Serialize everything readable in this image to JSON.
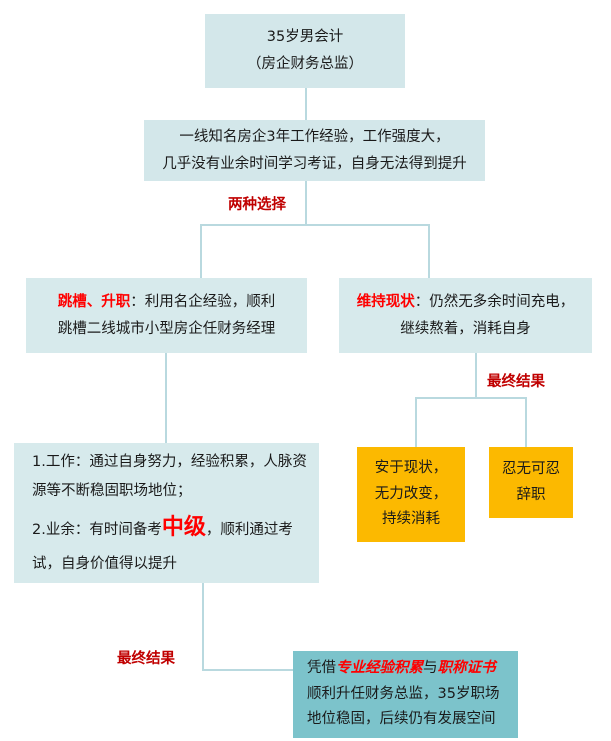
{
  "diagram": {
    "title_box": {
      "line1": "35岁男会计",
      "line2": "（房企财务总监）"
    },
    "situation_box": {
      "line1": "一线知名房企3年工作经验，工作强度大，",
      "line2": "几乎没有业余时间学习考证，自身无法得到提升"
    },
    "labels": {
      "two_choices": "两种选择",
      "final_result_right": "最终结果",
      "final_result_left": "最终结果"
    },
    "choice_left": {
      "emphasis": "跳槽、升职",
      "colon": "：",
      "rest_line1": "利用名企经验，顺利",
      "line2": "跳槽二线城市小型房企任财务经理"
    },
    "choice_right": {
      "emphasis": "维持现状",
      "colon": "：",
      "rest_line1": "仍然无多余时间充电，",
      "line2": "继续熬着，消耗自身"
    },
    "detail_box": {
      "item1_line1": "1.工作：通过自身努力，经验积累，人脉资",
      "item1_line2": "源等不断稳固职场地位；",
      "item2_pre": "2.业余：有时间备考",
      "item2_em": "中级",
      "item2_post": "，顺利通过考",
      "item2_line2": "试，自身价值得以提升"
    },
    "outcome_orange_1": {
      "line1": "安于现状，",
      "line2": "无力改变，",
      "line3": "持续消耗"
    },
    "outcome_orange_2": {
      "line1": "忍无可忍",
      "line2": "辞职"
    },
    "final_box": {
      "line1_pre": "凭借",
      "line1_em1": "专业经验积累",
      "line1_mid": "与",
      "line1_em2": "职称证书",
      "line2": "顺利升任财务总监，35岁职场",
      "line3": "地位稳固，后续仍有发展空间"
    },
    "colors": {
      "teal_light": "#d3e7ea",
      "teal_pale": "#d7eaec",
      "teal_strong": "#7cc3cb",
      "orange": "#fcb900",
      "connector": "#b9d9df",
      "label_red": "#c00000",
      "emphasis_red": "#ff0000"
    }
  }
}
